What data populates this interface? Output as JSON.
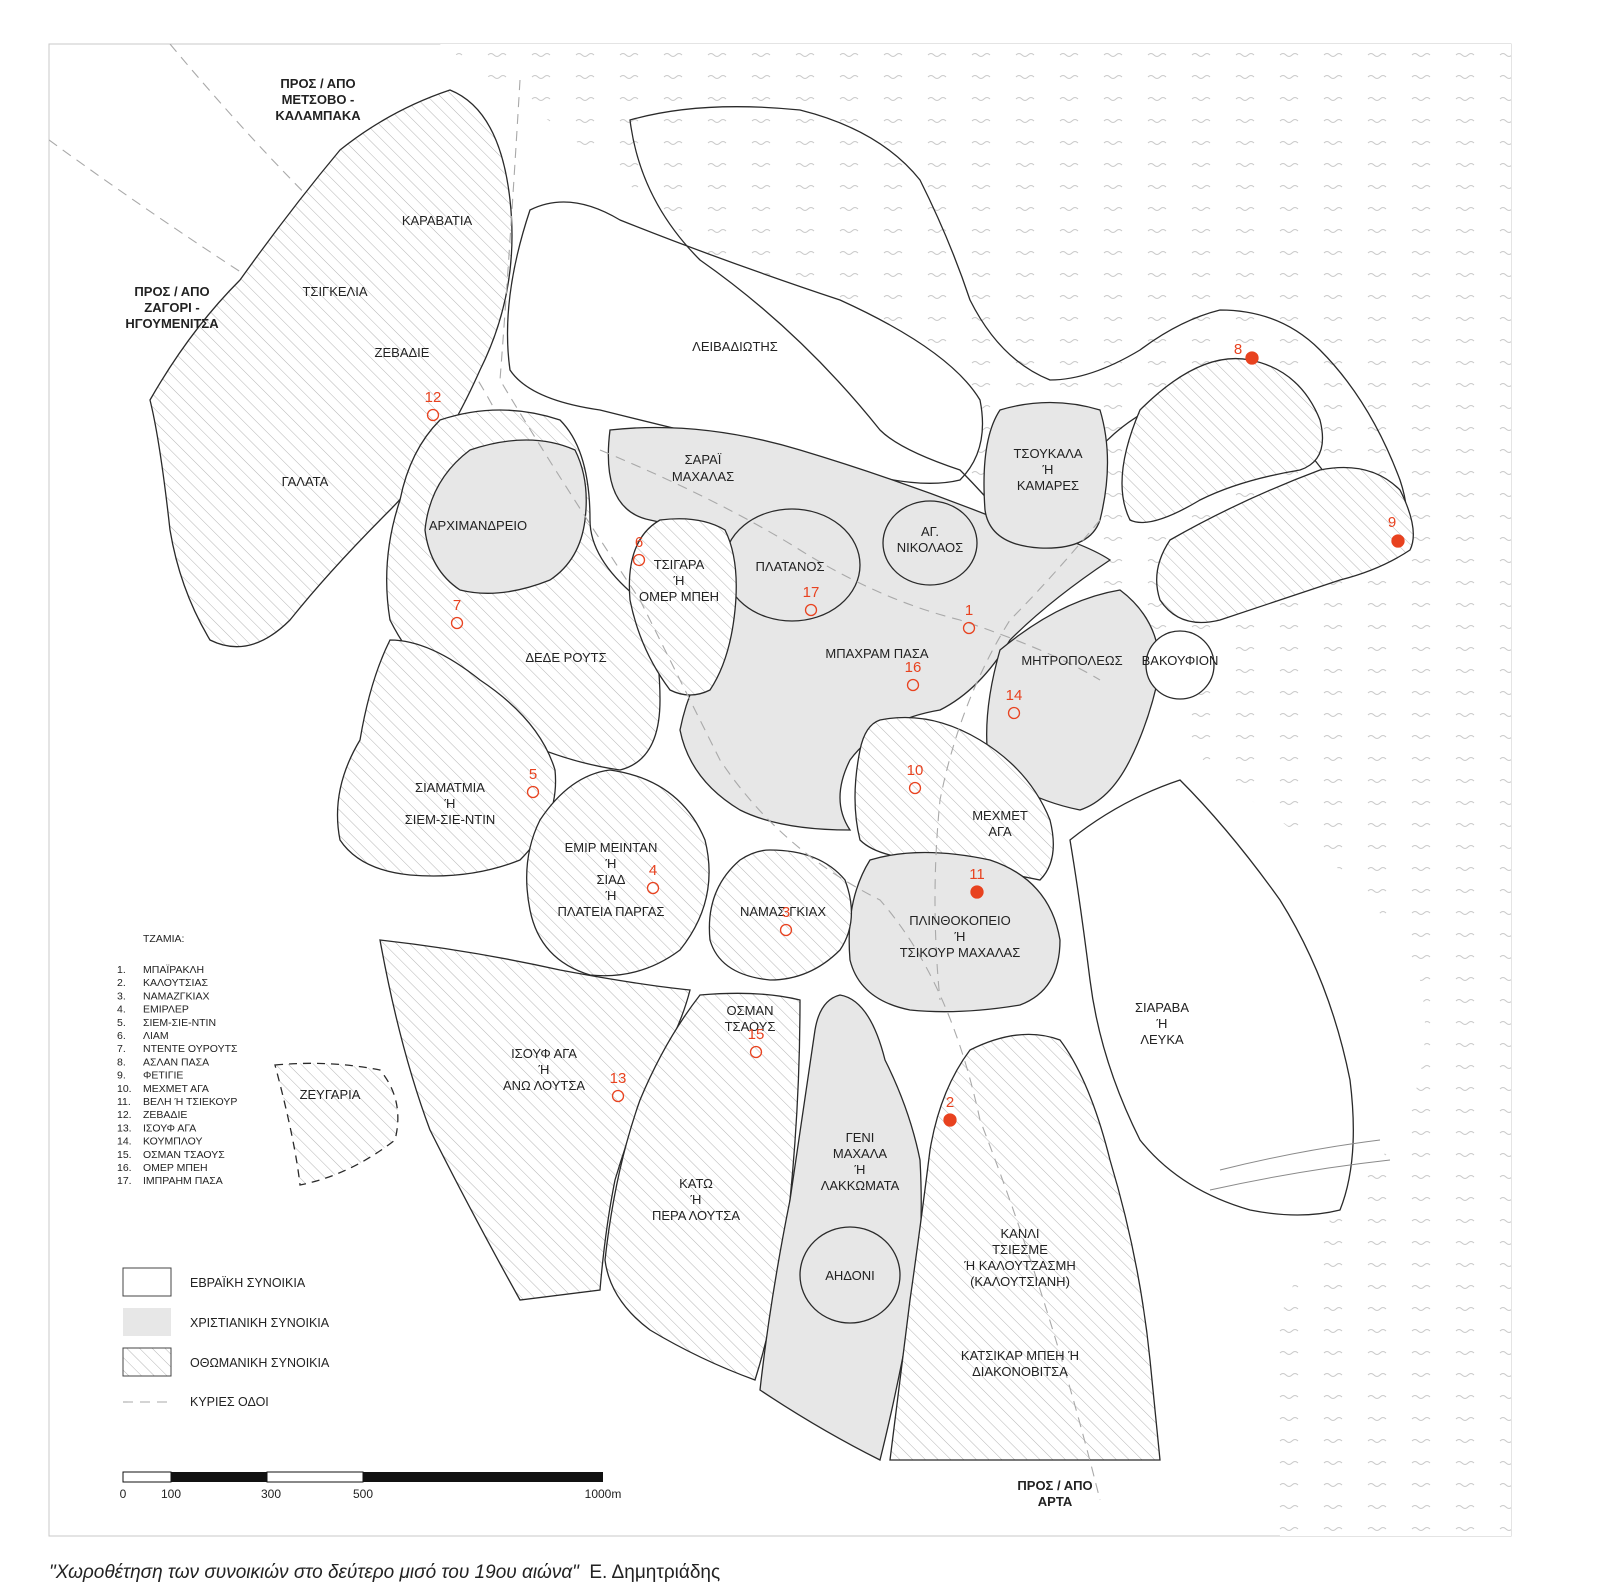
{
  "directions": {
    "north": [
      "ΠΡΟΣ / ΑΠΟ",
      "ΜΕΤΣΟΒΟ -",
      "ΚΑΛΑΜΠΑΚΑ"
    ],
    "west": [
      "ΠΡΟΣ / ΑΠΟ",
      "ΖΑΓΟΡΙ -",
      "ΗΓΟΥΜΕΝΙΤΣΑ"
    ],
    "south": [
      "ΠΡΟΣ / ΑΠΟ",
      "ΑΡΤΑ"
    ]
  },
  "neighborhoods": {
    "karavatia": "ΚΑΡΑΒΑΤΙΑ",
    "tsigkelia": "ΤΣΙΓΚΕΛΙΑ",
    "zevadie": "ΖΕΒΑΔΙΕ",
    "galata": "ΓΑΛΑΤΑ",
    "leivadiotis": "ΛΕΙΒΑΔΙΩΤΗΣ",
    "arximandreio": "ΑΡΧΙΜΑΝΔΡΕΙΟ",
    "sarai": [
      "ΣΑΡΑΪ",
      "ΜΑΧΑΛΑΣ"
    ],
    "tsoukala": [
      "ΤΣΟΥΚΑΛΑ",
      "Ή",
      "ΚΑΜΑΡΕΣ"
    ],
    "agnikolaos": [
      "ΑΓ.",
      "ΝΙΚΟΛΑΟΣ"
    ],
    "platanos": "ΠΛΑΤΑΝΟΣ",
    "tsigara": [
      "ΤΣΙΓΑΡΑ",
      "Ή",
      "ΟΜΕΡ ΜΠΕΗ"
    ],
    "dede": "ΔΕΔΕ ΡΟΥΤΣ",
    "mpaxram": "ΜΠΑΧΡΑΜ ΠΑΣΑ",
    "mitropoleos": "ΜΗΤΡΟΠΟΛΕΩΣ",
    "vakoufion": "ΒΑΚΟΥΦΙΟΝ",
    "siamatmia": [
      "ΣΙΑΜΑΤΜΙΑ",
      "Ή",
      "ΣΙΕΜ-ΣΙΕ-ΝΤΙΝ"
    ],
    "emir": [
      "ΕΜΙΡ ΜΕΙΝΤΑΝ",
      "Ή",
      "ΣΙΑΔ",
      "Ή",
      "ΠΛΑΤΕΙΑ ΠΑΡΓΑΣ"
    ],
    "mexmet": [
      "ΜΕΧΜΕΤ",
      "ΑΓΑ"
    ],
    "namas": "ΝΑΜΑΣ ΓΚΙΑΧ",
    "plinthokopeio": [
      "ΠΛΙΝΘΟΚΟΠΕΙΟ",
      "Ή",
      "ΤΣΙΚΟΥΡ ΜΑΧΑΛΑΣ"
    ],
    "osman": [
      "ΟΣΜΑΝ",
      "ΤΣΑΟΥΣ"
    ],
    "isouf": [
      "ΙΣΟΥΦ ΑΓΑ",
      "Ή",
      "ΑΝΩ ΛΟΥΤΣΑ"
    ],
    "zeygaria": "ΖΕΥΓΑΡΙΑ",
    "siarava": [
      "ΣΙΑΡΑΒΑ",
      "Ή",
      "ΛΕΥΚΑ"
    ],
    "geni": [
      "ΓΕΝΙ",
      "ΜΑΧΑΛΑ",
      "Ή",
      "ΛΑΚΚΩΜΑΤΑ"
    ],
    "kato": [
      "ΚΑΤΩ",
      "Ή",
      "ΠΕΡΑ ΛΟΥΤΣΑ"
    ],
    "aidoni": "ΑΗΔΟΝΙ",
    "kanli": [
      "ΚΑΝΛΙ",
      "ΤΣΙΕΣΜΕ",
      "Ή ΚΑΛΟΥΤΖΑΣΜΗ",
      "(ΚΑΛΟΥΤΣΙΑΝΗ)"
    ],
    "katsikar": [
      "ΚΑΤΣΙΚΑΡ ΜΠΕΗ Ή",
      "ΔΙΑΚΟΝΟΒΙΤΣΑ"
    ]
  },
  "mosque_markers": [
    {
      "n": "1",
      "type": "open"
    },
    {
      "n": "2",
      "type": "filled"
    },
    {
      "n": "3",
      "type": "open"
    },
    {
      "n": "4",
      "type": "open"
    },
    {
      "n": "5",
      "type": "open"
    },
    {
      "n": "6",
      "type": "open"
    },
    {
      "n": "7",
      "type": "open"
    },
    {
      "n": "8",
      "type": "filled"
    },
    {
      "n": "9",
      "type": "filled"
    },
    {
      "n": "10",
      "type": "open"
    },
    {
      "n": "11",
      "type": "filled"
    },
    {
      "n": "12",
      "type": "open"
    },
    {
      "n": "13",
      "type": "open"
    },
    {
      "n": "14",
      "type": "open"
    },
    {
      "n": "15",
      "type": "open"
    },
    {
      "n": "16",
      "type": "open"
    },
    {
      "n": "17",
      "type": "open"
    }
  ],
  "mosque_list": {
    "title": "ΤΖΑΜΙΑ:",
    "items": [
      {
        "n": "1.",
        "name": "ΜΠΑΪΡΑΚΛΗ"
      },
      {
        "n": "2.",
        "name": "ΚΑΛΟΥΤΣΙΑΣ"
      },
      {
        "n": "3.",
        "name": "ΝΑΜΑΖΓΚΙΑΧ"
      },
      {
        "n": "4.",
        "name": "ΕΜΙΡΛΕΡ"
      },
      {
        "n": "5.",
        "name": "ΣΙΕΜ-ΣΙΕ-ΝΤΙΝ"
      },
      {
        "n": "6.",
        "name": "ΛΙΑΜ"
      },
      {
        "n": "7.",
        "name": "ΝΤΕΝΤΕ ΟΥΡΟΥΤΣ"
      },
      {
        "n": "8.",
        "name": "ΑΣΛΑΝ ΠΑΣΑ"
      },
      {
        "n": "9.",
        "name": "ΦΕΤΙΓΙΕ"
      },
      {
        "n": "10.",
        "name": "ΜΕΧΜΕΤ ΑΓΑ"
      },
      {
        "n": "11.",
        "name": "ΒΕΛΗ Ή ΤΣΙΕΚΟΥΡ"
      },
      {
        "n": "12.",
        "name": "ΖΕΒΑΔΙΕ"
      },
      {
        "n": "13.",
        "name": "ΙΣΟΥΦ ΑΓΑ"
      },
      {
        "n": "14.",
        "name": "ΚΟΥΜΠΛΟΥ"
      },
      {
        "n": "15.",
        "name": "ΟΣΜΑΝ ΤΣΑΟΥΣ"
      },
      {
        "n": "16.",
        "name": "ΟΜΕΡ ΜΠΕΗ"
      },
      {
        "n": "17.",
        "name": "ΙΜΠΡΑΗΜ ΠΑΣΑ"
      }
    ]
  },
  "legend": {
    "jewish": "ΕΒΡΑΪΚΗ ΣΥΝΟΙΚΙΑ",
    "christian": "ΧΡΙΣΤΙΑΝΙΚΗ ΣΥΝΟΙΚΙΑ",
    "ottoman": "ΟΘΩΜΑΝΙΚΗ ΣΥΝΟΙΚΙΑ",
    "roads": "ΚΥΡΙΕΣ ΟΔΟΙ"
  },
  "scale": {
    "labels": [
      "0",
      "100",
      "300",
      "500",
      "1000m"
    ]
  },
  "caption": {
    "title": "\"Χωροθέτηση των συνοικιών στο δεύτερο μισό του 19ου αιώνα\"",
    "author": "Ε. Δημητριάδης"
  },
  "colors": {
    "marker": "#e8421f",
    "christian_fill": "#e7e7e7",
    "outline": "#2a2a2a"
  }
}
